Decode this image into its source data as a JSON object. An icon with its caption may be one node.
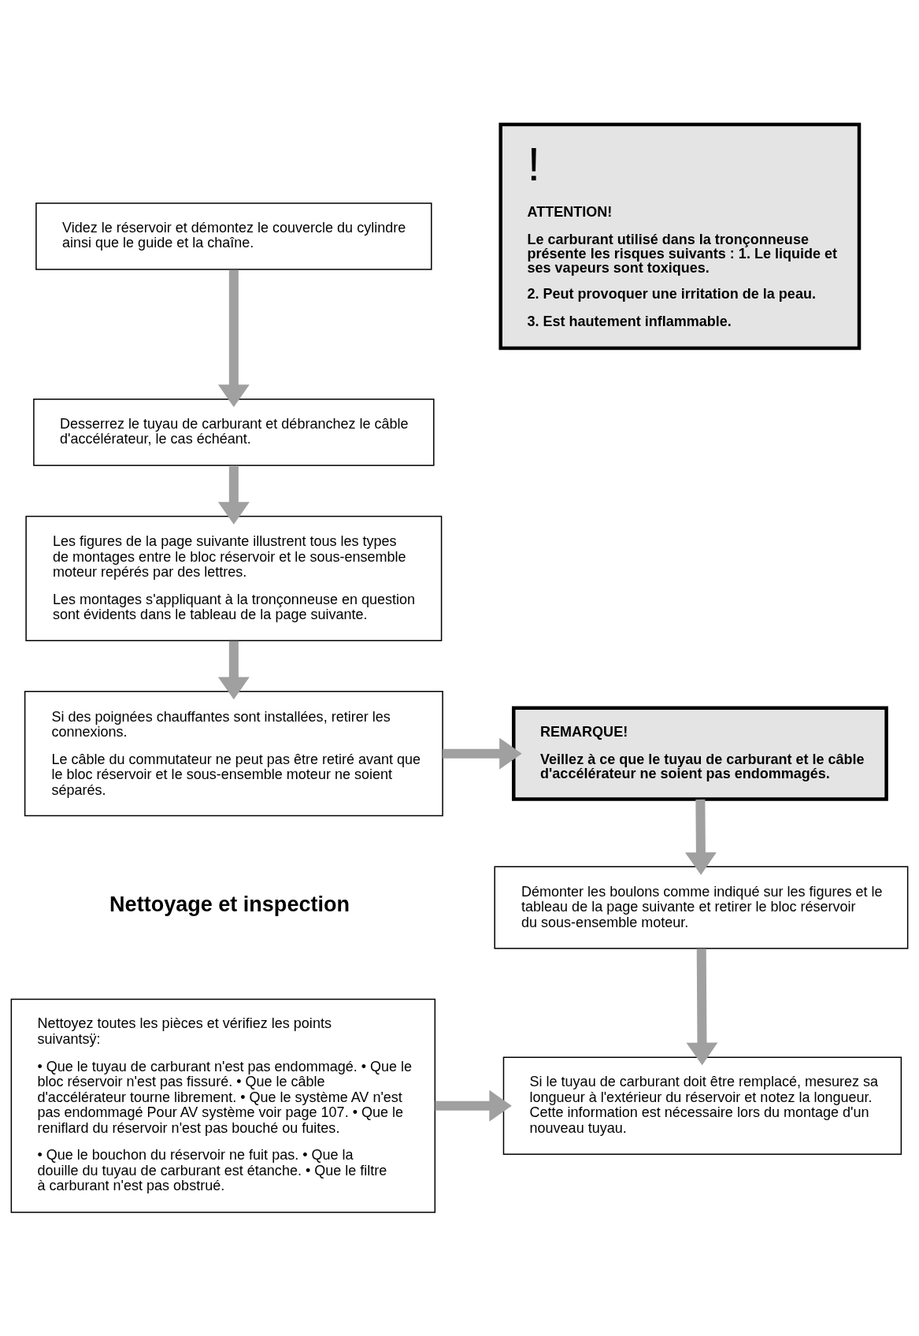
{
  "diagram": {
    "nodes": [
      {
        "text": [
          "!",
          "ATTENTION!",
          "Le carburant utilisé dans la tronçonneuse présente les risques suivants : 1. Le liquide et ses vapeurs sont toxiques.",
          "2. Peut provoquer une irritation de la peau.",
          "3. Est hautement inflammable."
        ]
      },
      {
        "text": [
          "Videz le réservoir et démontez le couvercle du cylindre ainsi que le guide et la chaîne."
        ]
      },
      {
        "text": [
          "Desserrez le tuyau de carburant et débranchez le câble d'accélérateur, le cas échéant."
        ]
      },
      {
        "text": [
          "Les figures de la page suivante illustrent tous les types de montages entre le bloc réservoir et le sous-ensemble moteur repérés par des lettres.",
          "Les montages s'appliquant à la tronçonneuse en question sont évidents dans le tableau de la page suivante."
        ]
      },
      {
        "text": [
          "Si des poignées chauffantes sont installées, retirer les connexions.",
          "Le câble du commutateur ne peut pas être retiré avant que le bloc réservoir et le sous-ensemble moteur ne soient séparés."
        ]
      },
      {
        "text": [
          "REMARQUE!",
          "Veillez à ce que le tuyau de carburant et le câble d'accélérateur ne soient pas endommagés."
        ]
      },
      {
        "text": [
          "Démonter les boulons comme indiqué sur les figures et le tableau de la page suivante et retirer le bloc réservoir du sous-ensemble moteur."
        ]
      },
      {
        "text": [
          "Nettoyez toutes les pièces et vérifiez les points suivantsÿ:",
          "• Que le tuyau de carburant n'est pas endommagé. • Que le bloc réservoir n'est pas fissuré. • Que le câble d'accélérateur tourne librement. • Que le système AV n'est pas endommagé Pour AV système voir page 107. • Que le reniflard du réservoir n'est pas bouché ou fuites.",
          "• Que le bouchon du réservoir ne fuit pas. • Que la douille du tuyau de carburant est étanche. • Que le filtre à carburant n'est pas obstrué."
        ]
      },
      {
        "text": [
          "Si le tuyau de carburant doit être remplacé, mesurez sa longueur à l'extérieur du réservoir et notez la longueur. Cette information est nécessaire lors du montage d'un nouveau tuyau."
        ]
      }
    ],
    "edges": [
      {
        "from": 1,
        "to": 2,
        "arrow": "to"
      },
      {
        "from": 2,
        "to": 3,
        "arrow": "to"
      },
      {
        "from": 3,
        "to": 4,
        "arrow": "to"
      },
      {
        "from": 4,
        "to": 5,
        "arrow": "to"
      },
      {
        "from": 5,
        "to": 6,
        "arrow": "to"
      },
      {
        "from": 6,
        "to": 8,
        "arrow": "to"
      },
      {
        "from": 7,
        "to": 8,
        "arrow": "to"
      }
    ],
    "labels": [
      "Nettoyage et inspection"
    ]
  }
}
